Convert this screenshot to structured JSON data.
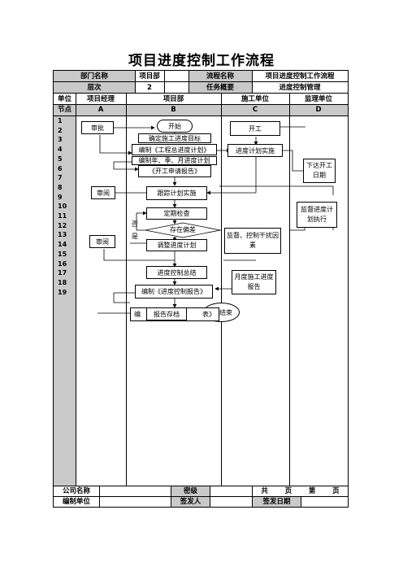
{
  "title": "项目进度控制工作流程",
  "header": {
    "dept_label": "部门名称",
    "dept_value": "项目部",
    "flow_label": "流程名称",
    "flow_value": "项目进度控制工作流程",
    "level_label": "层次",
    "level_value": "2",
    "task_label": "任务概要",
    "task_value": "进度控制管理",
    "unit_label": "单位",
    "node_label": "节点",
    "columns": [
      {
        "unit": "项目经理",
        "node": "A"
      },
      {
        "unit": "项目部",
        "node": "B"
      },
      {
        "unit": "施工单位",
        "node": "C"
      },
      {
        "unit": "监理单位",
        "node": "D"
      }
    ]
  },
  "rows": [
    "1",
    "2",
    "3",
    "4",
    "5",
    "6",
    "7",
    "8",
    "9",
    "10",
    "11",
    "12",
    "13",
    "14",
    "15",
    "16",
    "17",
    "18",
    "19"
  ],
  "nodes": {
    "start": "开始",
    "approve": "审批",
    "confirm_target": "确定施工进度目标",
    "plan_total": "编制《工程总进度计划》",
    "plan_period": "编制年、季、月进度计划",
    "start_report": "《开工申请报告》",
    "begin_work": "开工",
    "progress_impl": "进度计划实施",
    "issue_date": "下达开工日期",
    "review_a": "审阅",
    "track": "跟踪计划实施",
    "supervise_progress": "监督进度计划执行",
    "periodic_check": "定期检查",
    "deviation": "存在偏差",
    "no_label": "否",
    "yes_label": "是",
    "review_b": "审阅",
    "adjust_plan": "调整进度计划",
    "supervise_control": "监督、控制干扰因素",
    "summary": "进度控制总结",
    "monthly_report": "月度施工进度报告",
    "compile_report": "编制《进度控制报告》",
    "archive": "报告存档",
    "compile_hidden": "编",
    "compile_hidden_end": "表》",
    "end": "结束"
  },
  "footer": {
    "company_label": "公司名称",
    "company_value": "",
    "secret_label": "密级",
    "secret_value": "",
    "total_label": "共",
    "page_label": "页",
    "di_label": "第",
    "page2_label": "页",
    "editor_label": "编制单位",
    "editor_value": "",
    "issuer_label": "签发人",
    "issuer_value": "",
    "issue_date_label": "签发日期",
    "issue_date_value": ""
  }
}
